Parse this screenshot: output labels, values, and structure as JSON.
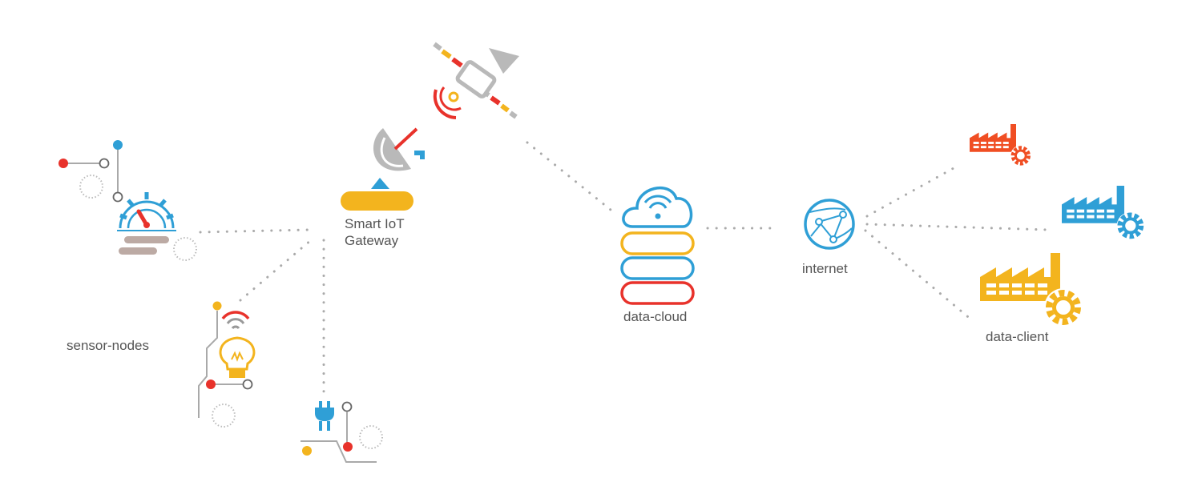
{
  "labels": {
    "sensor_nodes": "sensor-nodes",
    "gateway_line1": "Smart IoT",
    "gateway_line2": "Gateway",
    "data_cloud": "data-cloud",
    "internet": "internet",
    "data_client": "data-client"
  },
  "colors": {
    "red": "#e8322b",
    "blue": "#2f9fd6",
    "yellow": "#f3b41e",
    "gray": "#a9a9a9",
    "taupe": "#bcaaa4",
    "orange_red": "#f04e23",
    "connector": "#aaaaaa",
    "text": "#555555"
  },
  "icons": [
    "circuit-icon",
    "gauge-gear-icon",
    "lightbulb-icon",
    "wifi-signal-icon",
    "plug-icon",
    "satellite-dish-icon",
    "satellite-icon",
    "cloud-wifi-icon",
    "server-stack-icon",
    "globe-network-icon",
    "factory-icon"
  ]
}
